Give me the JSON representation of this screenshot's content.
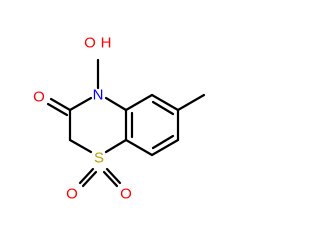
{
  "molecule": {
    "atoms": {
      "hydroxyl_oxygen": {
        "label": "O",
        "color": "#ff0000"
      },
      "hydroxyl_hydrogen": {
        "label": "H",
        "color": "#ff0000"
      },
      "ring_nitrogen": {
        "label": "N",
        "color": "#0000ff"
      },
      "carbonyl_oxygen": {
        "label": "O",
        "color": "#ff0000"
      },
      "sulfur": {
        "label": "S",
        "color": "#b8a000"
      },
      "sulfonyl_oxygen_left": {
        "label": "O",
        "color": "#ff0000"
      },
      "sulfonyl_oxygen_right": {
        "label": "O",
        "color": "#ff0000"
      }
    },
    "bond_color": "#000000",
    "background_color": "#ffffff"
  }
}
